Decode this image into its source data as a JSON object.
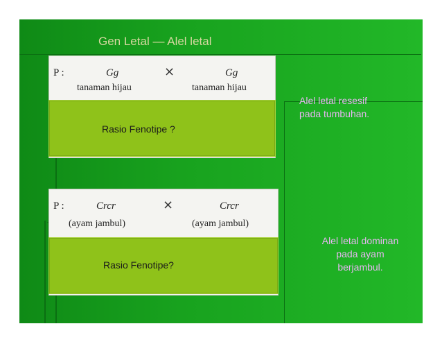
{
  "title": "Gen Letal — Alel letal",
  "cross1": {
    "p_label": "P :",
    "left_genotype": "Gg",
    "right_genotype": "Gg",
    "cross_symbol": "⨯",
    "left_phenotype": "tanaman hijau",
    "right_phenotype": "tanaman hijau",
    "ratio_label": "Rasio Fenotipe ?"
  },
  "note1": [
    "Alel letal resesif",
    "pada tumbuhan."
  ],
  "cross2": {
    "p_label": "P :",
    "left_genotype": "Crcr",
    "right_genotype": "Crcr",
    "cross_symbol": "⨯",
    "left_phenotype": "(ayam jambul)",
    "right_phenotype": "(ayam jambul)",
    "ratio_label": "Rasio Fenotipe?"
  },
  "note2": [
    "Alel letal dominan",
    "pada ayam",
    "berjambul."
  ],
  "colors": {
    "background": "#18a21e",
    "ratio_box": "#8fc21a",
    "title_text": "#d6d8a0",
    "note_text": "#e7b6f2"
  }
}
